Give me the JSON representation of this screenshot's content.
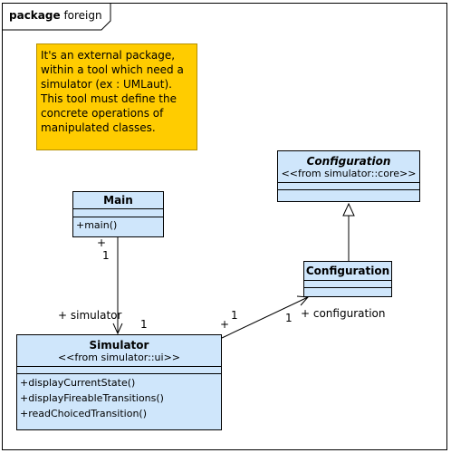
{
  "package": {
    "keyword": "package",
    "name": "foreign"
  },
  "note": {
    "text": "It's an external package,\nwithin a tool which need a\nsimulator (ex : UMLaut).\nThis tool must define the\nconcrete operations of\nmanipulated classes."
  },
  "classes": {
    "main": {
      "name": "Main",
      "operations": [
        "+main()"
      ]
    },
    "simulator": {
      "name": "Simulator",
      "stereotype": "<<from simulator::ui>>",
      "operations": [
        "+displayCurrentState()",
        "+displayFireableTransitions()",
        "+readChoicedTransition()"
      ]
    },
    "configuration_abstract": {
      "name": "Configuration",
      "stereotype": "<<from simulator::core>>"
    },
    "configuration": {
      "name": "Configuration"
    }
  },
  "associations": {
    "main_simulator": {
      "source_visibility": "+",
      "source_multiplicity": "1",
      "target_role": "+ simulator",
      "target_multiplicity": "1"
    },
    "simulator_configuration": {
      "source_visibility": "+",
      "source_multiplicity": "1",
      "target_multiplicity": "1",
      "target_role": "+ configuration"
    }
  },
  "colors": {
    "class_fill": "#cfe6fb",
    "note_fill": "#ffcc00",
    "border": "#000000"
  }
}
